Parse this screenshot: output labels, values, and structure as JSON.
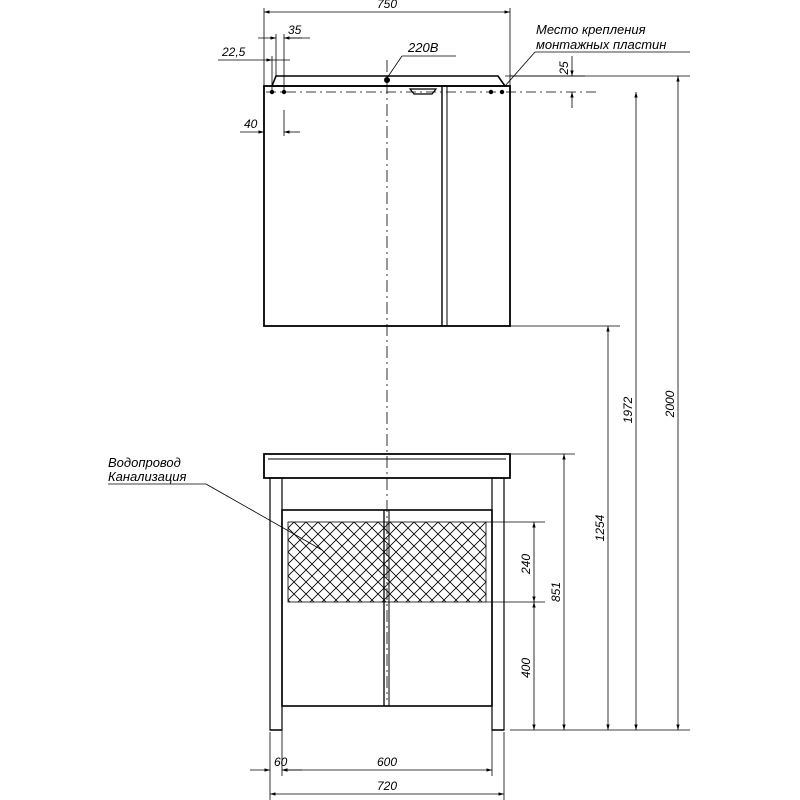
{
  "dimensions": {
    "width_mirror_cabinet": "750",
    "offset_35": "35",
    "offset_22_5": "22,5",
    "offset_40": "40",
    "offset_25": "25",
    "height_2000": "2000",
    "height_1972": "1972",
    "height_1254": "1254",
    "height_851": "851",
    "height_240": "240",
    "height_400": "400",
    "width_60": "60",
    "width_600": "600",
    "width_720": "720"
  },
  "labels": {
    "power_220v": "220В",
    "mounting_plates_line1": "Место крепления",
    "mounting_plates_line2": "монтажных пластин",
    "water_supply": "Водопровод",
    "sewer": "Канализация"
  }
}
